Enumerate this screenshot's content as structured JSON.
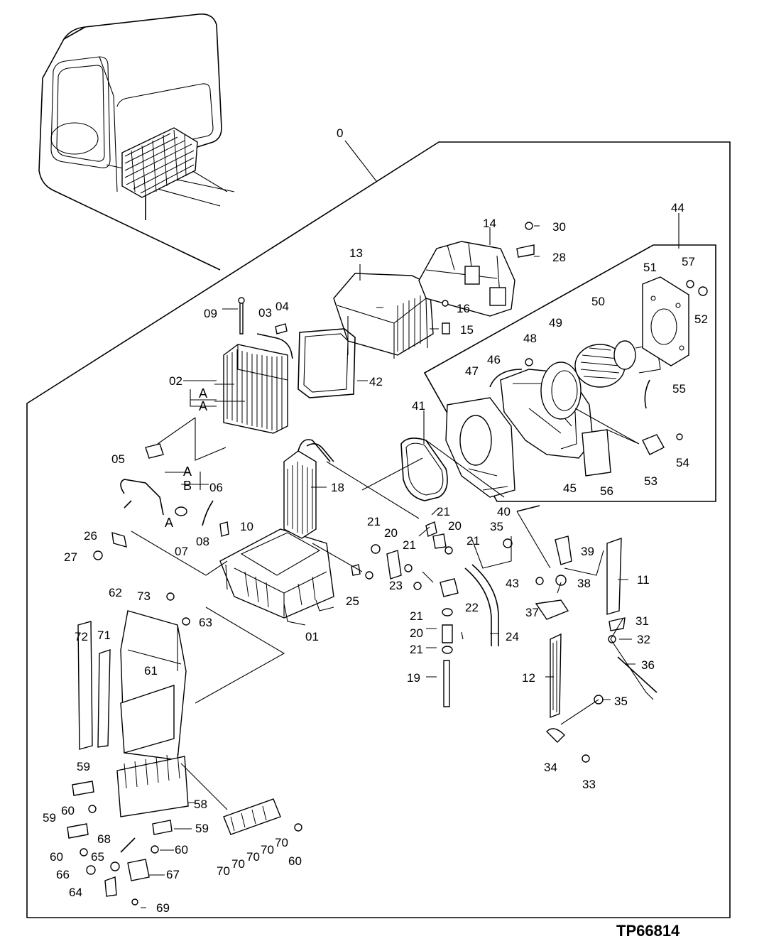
{
  "drawing_ref": "TP66814",
  "assembly_callout": "0",
  "callouts": {
    "c01": "01",
    "c02": "02",
    "c03": "03",
    "c04": "04",
    "c05": "05",
    "c06": "06",
    "c07": "07",
    "c08": "08",
    "c09": "09",
    "c10": "10",
    "c11": "11",
    "c12": "12",
    "c13": "13",
    "c14": "14",
    "c15": "15",
    "c16": "16",
    "c18": "18",
    "c19": "19",
    "c20": "20",
    "c21": "21",
    "c22": "22",
    "c23": "23",
    "c24": "24",
    "c25": "25",
    "c26": "26",
    "c27": "27",
    "c28": "28",
    "c30": "30",
    "c31": "31",
    "c32": "32",
    "c33": "33",
    "c34": "34",
    "c35": "35",
    "c36": "36",
    "c37": "37",
    "c38": "38",
    "c39": "39",
    "c40": "40",
    "c41": "41",
    "c42": "42",
    "c43": "43",
    "c44": "44",
    "c45": "45",
    "c46": "46",
    "c47": "47",
    "c48": "48",
    "c49": "49",
    "c50": "50",
    "c51": "51",
    "c52": "52",
    "c53": "53",
    "c54": "54",
    "c55": "55",
    "c56": "56",
    "c57": "57",
    "c58": "58",
    "c59": "59",
    "c60": "60",
    "c61": "61",
    "c62": "62",
    "c63": "63",
    "c64": "64",
    "c65": "65",
    "c66": "66",
    "c67": "67",
    "c68": "68",
    "c69": "69",
    "c70": "70",
    "c71": "71",
    "c72": "72",
    "c73": "73"
  },
  "connection_markers": {
    "a": "A",
    "b": "B"
  }
}
